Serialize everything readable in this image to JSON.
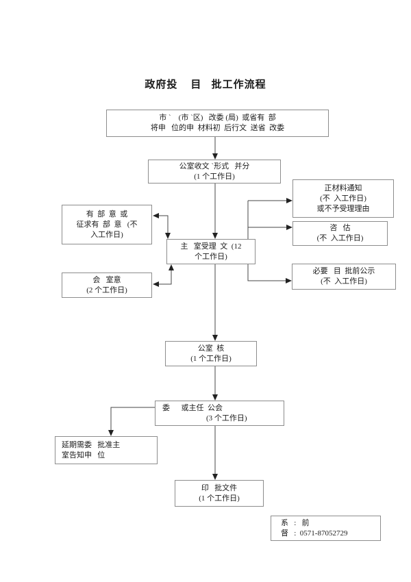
{
  "page": {
    "title": "政府投    目   批工作流程"
  },
  "nodes": {
    "start": {
      "lines": [
        "市 `    (市 `区)   改委 (局)  或省有  部",
        "将申   位的申  材料初  后行文  送省  改委"
      ]
    },
    "receive": {
      "lines": [
        "公室收文 `形式   并分",
        "(1 个工作日)"
      ]
    },
    "notify": {
      "lines": [
        "正材料通知",
        "(不  入工作日)",
        "或不予受理理由"
      ]
    },
    "consult": {
      "lines": [
        "咨   估",
        "(不  入工作日)"
      ]
    },
    "publicity": {
      "lines": [
        "必要   目  批前公示",
        "(不  入工作日)"
      ]
    },
    "opinions": {
      "lines": [
        "有  部  意  或",
        "征求有  部  意   (不",
        "入工作日)"
      ]
    },
    "meeting_opinion": {
      "lines": [
        "会   室意",
        "(2 个工作日)"
      ]
    },
    "accept": {
      "lines": [
        "主   室受理  文  (12",
        "个工作日)"
      ]
    },
    "review": {
      "lines": [
        "公室  核",
        "(1 个工作日)"
      ]
    },
    "director_meeting": {
      "lines": [
        "委      或主任  公会",
        "(3 个工作日)"
      ]
    },
    "delay": {
      "lines": [
        "延期需委   批准主",
        "室告知申   位"
      ]
    },
    "issue": {
      "lines": [
        "印   批文件",
        "(1 个工作日)"
      ]
    },
    "contact": {
      "lines": [
        "系   :   前",
        "督   :  0571-87052729"
      ]
    }
  },
  "colors": {
    "background": "#ffffff",
    "box_border": "#8c8c8c",
    "line": "#464646",
    "text": "#1a1a1a"
  }
}
